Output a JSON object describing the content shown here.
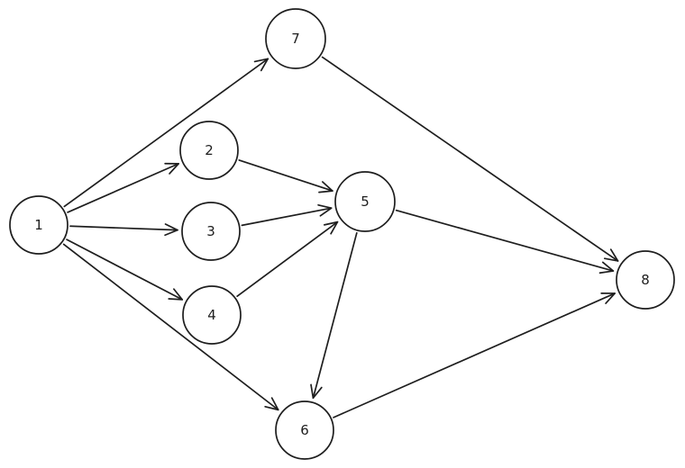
{
  "diagram": {
    "type": "directed-graph",
    "stroke_color": "#1e1e1e",
    "background": "#ffffff",
    "nodes": [
      {
        "id": "1",
        "label": "1"
      },
      {
        "id": "2",
        "label": "2"
      },
      {
        "id": "3",
        "label": "3"
      },
      {
        "id": "4",
        "label": "4"
      },
      {
        "id": "5",
        "label": "5"
      },
      {
        "id": "6",
        "label": "6"
      },
      {
        "id": "7",
        "label": "7"
      },
      {
        "id": "8",
        "label": "8"
      }
    ],
    "edges": [
      {
        "from": "1",
        "to": "7"
      },
      {
        "from": "1",
        "to": "2"
      },
      {
        "from": "1",
        "to": "3"
      },
      {
        "from": "1",
        "to": "4"
      },
      {
        "from": "1",
        "to": "6"
      },
      {
        "from": "2",
        "to": "5"
      },
      {
        "from": "3",
        "to": "5"
      },
      {
        "from": "4",
        "to": "5"
      },
      {
        "from": "5",
        "to": "8"
      },
      {
        "from": "5",
        "to": "6"
      },
      {
        "from": "6",
        "to": "8"
      },
      {
        "from": "7",
        "to": "8"
      }
    ]
  }
}
